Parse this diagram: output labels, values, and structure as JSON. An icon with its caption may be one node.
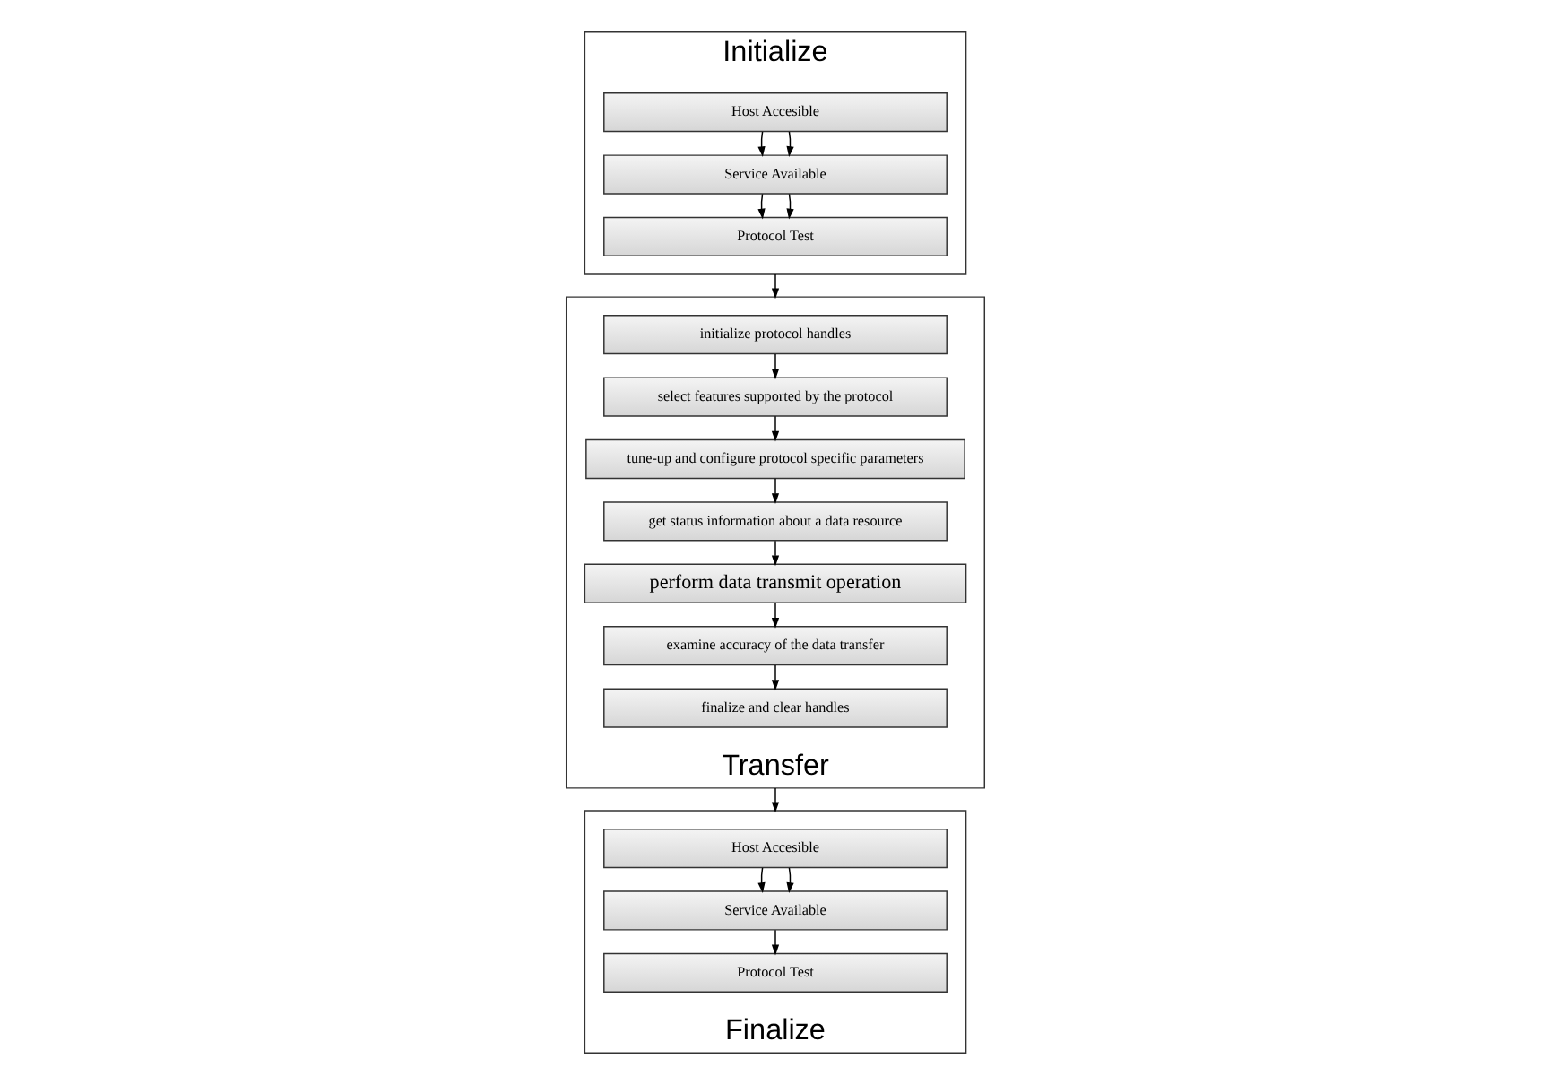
{
  "diagram": {
    "nodes": [
      {
        "text": [
          "Initialize"
        ]
      },
      {
        "text": [
          "Host Accesible"
        ],
        "in": 0
      },
      {
        "text": [
          "Service Available"
        ],
        "in": 0
      },
      {
        "text": [
          "Protocol Test"
        ],
        "in": 0
      },
      {
        "text": [
          "Transfer"
        ]
      },
      {
        "text": [
          "initialize protocol handles"
        ],
        "in": 4
      },
      {
        "text": [
          "select features supported by the protocol"
        ],
        "in": 4
      },
      {
        "text": [
          "tune-up and configure protocol specific parameters"
        ],
        "in": 4
      },
      {
        "text": [
          "get status information about a data resource"
        ],
        "in": 4
      },
      {
        "text": [
          "perform data transmit operation"
        ],
        "in": 4
      },
      {
        "text": [
          "examine accuracy of the data transfer"
        ],
        "in": 4
      },
      {
        "text": [
          "finalize and clear handles"
        ],
        "in": 4
      },
      {
        "text": [
          "Finalize"
        ]
      },
      {
        "text": [
          "Host Accesible"
        ],
        "in": 12
      },
      {
        "text": [
          "Service Available"
        ],
        "in": 12
      },
      {
        "text": [
          "Protocol Test"
        ],
        "in": 12
      }
    ],
    "edges": [
      {
        "from": 0,
        "to": 4,
        "arrow": "to"
      },
      {
        "from": 1,
        "to": 2,
        "arrow": "to"
      },
      {
        "from": 1,
        "to": 2,
        "arrow": "to"
      },
      {
        "from": 2,
        "to": 3,
        "arrow": "to"
      },
      {
        "from": 2,
        "to": 3,
        "arrow": "to"
      },
      {
        "from": 5,
        "to": 6,
        "arrow": "to"
      },
      {
        "from": 6,
        "to": 7,
        "arrow": "to"
      },
      {
        "from": 7,
        "to": 8,
        "arrow": "to"
      },
      {
        "from": 8,
        "to": 9,
        "arrow": "to"
      },
      {
        "from": 9,
        "to": 10,
        "arrow": "to"
      },
      {
        "from": 10,
        "to": 11,
        "arrow": "to"
      },
      {
        "from": 4,
        "to": 12,
        "arrow": "to"
      },
      {
        "from": 13,
        "to": 14,
        "arrow": "to"
      },
      {
        "from": 13,
        "to": 14,
        "arrow": "to"
      },
      {
        "from": 14,
        "to": 15,
        "arrow": "to"
      }
    ]
  }
}
